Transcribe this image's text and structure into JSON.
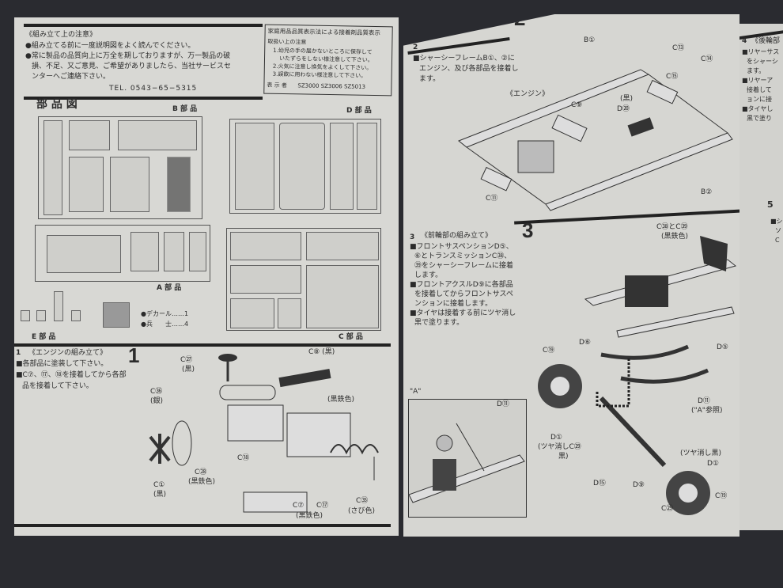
{
  "notice": {
    "title": "《組み立て上の注意》",
    "bullets": [
      "●組み立てる前に一度説明図をよく読んでください。",
      "●常に製品の品質向上に万全を期しておりますが、万一製品の破",
      "損、不足、又ご意見、ご希望がありましたら、当社サービスセ",
      "ンターへご連絡下さい。"
    ],
    "tel": "TEL. 0543−65−5315"
  },
  "quality_box": {
    "title": "家庭用品品質表示法による接着剤品質表示",
    "subtitle": "取扱い上の注意",
    "items": [
      "1.幼児の手の届かないところに保存して",
      "いたずらをしない様注意して下さい。",
      "2.火気に注意し換気をよくして下さい。",
      "3.誤飲に用わない様注意して下さい。"
    ],
    "presenter": "表 示 者",
    "codes": "SZ3000 SZ3006 SZ5013"
  },
  "parts": {
    "title": "部 品 図",
    "B": "B 部 品",
    "D": "D 部 品",
    "A": "A 部 品",
    "C": "C 部 品",
    "E": "E 部 品",
    "decal": "●デカール……1",
    "soldier": "●兵　　士……4"
  },
  "step1": {
    "num": "1",
    "title": "《エンジンの組み立て》",
    "bullets": [
      "■各部品に塗装して下さい。",
      "■C⑦、⑰、⑱を接着してから各部",
      "品を接着して下さい。"
    ],
    "big": "1",
    "labels": {
      "c27": "C㉗",
      "c27c": "(黒)",
      "c8": "C⑧ (黒)",
      "c36": "C㊱",
      "c36c": "(銀)",
      "kurotetsu": "(黒鉄色)",
      "c1": "C①",
      "c1c": "(黒)",
      "c28": "C㉘",
      "c28c": "(黒鉄色)",
      "c18": "C⑱",
      "c7": "C⑦",
      "c17": "C⑰",
      "c7c": "(黒鉄色)",
      "c35": "C㉟",
      "c35c": "(さび色)"
    }
  },
  "step2": {
    "num": "2",
    "title": "《エンジンの取り付け》",
    "bullets": [
      "■シャーシーフレームB①、②に",
      "エンジン、及び各部品を接着し",
      "ます。"
    ],
    "big": "2",
    "labels": {
      "b1": "B①",
      "c13": "C⑬",
      "c14": "C⑭",
      "c15": "C⑮",
      "engine": "《エンジン》",
      "c9": "C⑨",
      "black": "(黒)",
      "d20": "D⑳",
      "c11": "C⑪",
      "b2": "B②"
    }
  },
  "step3": {
    "num": "3",
    "title": "《前輪部の組み立て》",
    "bullets": [
      "■フロントサスペンションD⑤、",
      "⑥とトランスミッションC㊳、",
      "㊴をシャーシーフレームに接着",
      "します。",
      "■フロントアクスルD⑨に各部品",
      "を接着してからフロントサスペ",
      "ンションに接着します。",
      "■タイヤは接着する前にツヤ消し",
      "黒で塗ります。"
    ],
    "big": "3",
    "labels": {
      "c38": "C㊳とC㊴",
      "c38c": "(黒鉄色)",
      "d6": "D⑥",
      "d5": "D⑤",
      "c19a": "C⑲",
      "d11": "D⑪",
      "d11c": "(\"A\"参照)",
      "d1a": "D①",
      "d1ac": "(ツヤ消しC㉙",
      "d1ac2": "黒)",
      "mat": "(ツヤ消し黒)",
      "d1b": "D①",
      "c19b": "C⑲",
      "d15": "D⑮",
      "d9": "D⑨",
      "c29": "C㉙"
    },
    "inset_label": "\"A\"",
    "inset_d11": "D⑪"
  },
  "step4": {
    "num": "4",
    "title": "《後輪部",
    "lines": [
      "■リヤーサス",
      "をシャーシ",
      "ます。",
      "■リヤーア",
      "接着して",
      "ョンに接",
      "■タイヤし",
      "黒で塗り"
    ]
  },
  "step5": {
    "num": "5",
    "lines": [
      "■シ",
      "ソ",
      "C"
    ]
  }
}
